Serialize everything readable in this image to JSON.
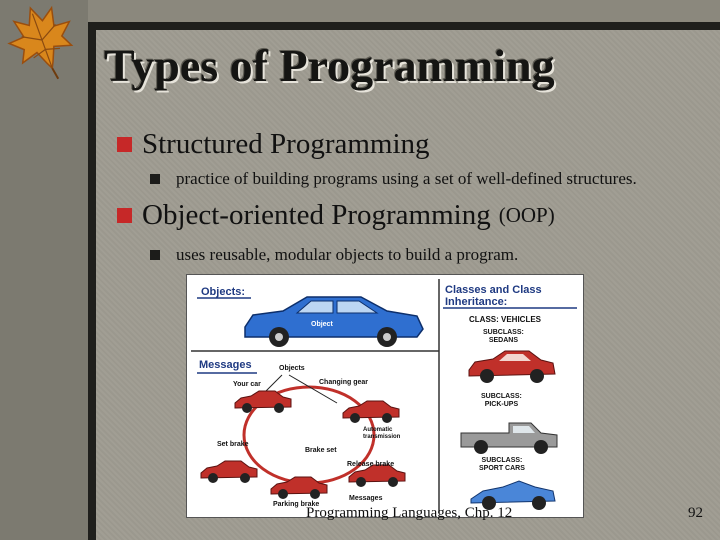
{
  "slide": {
    "title": "Types of Programming",
    "bullets": [
      {
        "text": "Structured Programming",
        "sub": "practice of building programs using a set of well-defined structures."
      },
      {
        "text": "Object-oriented Programming",
        "paren": "(OOP)",
        "sub": "uses reusable, modular objects to build a program."
      }
    ],
    "footer": "Programming Languages, Chp. 12",
    "page_number": "92"
  },
  "figure": {
    "objects_heading": "Objects:",
    "object_label": "Object",
    "classes_heading_line1": "Classes and Class",
    "classes_heading_line2": "Inheritance:",
    "class_label": "CLASS: VEHICLES",
    "subclasses": [
      {
        "line1": "SUBCLASS:",
        "line2": "SEDANS"
      },
      {
        "line1": "SUBCLASS:",
        "line2": "PICK-UPS"
      },
      {
        "line1": "SUBCLASS:",
        "line2": "SPORT CARS"
      }
    ],
    "messages_heading": "Messages",
    "message_labels": {
      "objects": "Objects",
      "your_car": "Your car",
      "changing_gear": "Changing gear",
      "automatic_line1": "Automatic",
      "automatic_line2": "transmission",
      "set_brake": "Set brake",
      "brake_set": "Brake set",
      "release_brake": "Release brake",
      "parking_brake": "Parking brake",
      "messages": "Messages"
    }
  },
  "colors": {
    "bullet_red": "#c62828",
    "figure_heading": "#1f3a82",
    "sedan_blue": "#2f6fd0",
    "car_red": "#c0302a"
  }
}
